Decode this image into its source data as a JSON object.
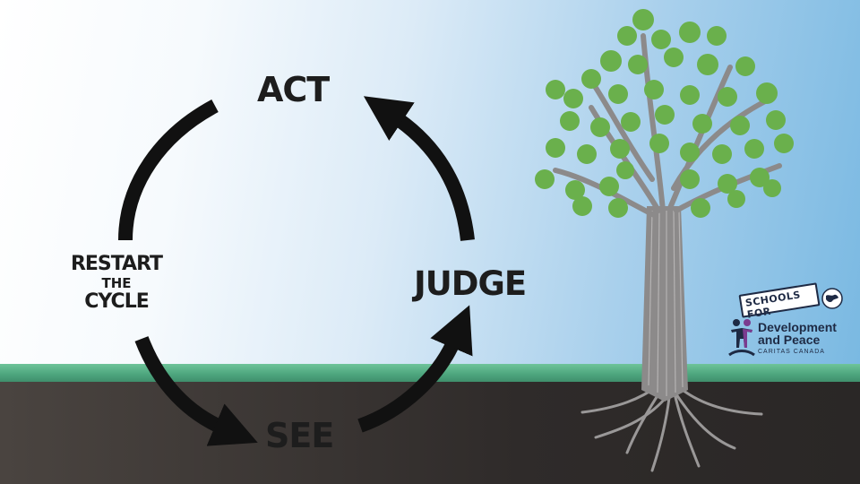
{
  "diagram": {
    "stages": {
      "act": "ACT",
      "judge": "JUDGE",
      "see": "SEE",
      "restart_line1": "RESTART",
      "restart_line2": "THE",
      "restart_line3": "CYCLE"
    }
  },
  "logo": {
    "tag": "SCHOOLS FOR",
    "name": "Development and Peace",
    "subtitle": "CARITAS CANADA"
  },
  "colors": {
    "arrow": "#111111",
    "grass": "#4fa77f",
    "soil": "#2f2b2a",
    "sky": "#7ab9e2",
    "leaf": "#6ab04c",
    "trunk": "#8c8a8a",
    "logo_navy": "#1e2a44",
    "logo_purple": "#7a3b8f"
  },
  "icons": [
    "arrow-act-to-restart",
    "arrow-judge-to-act",
    "arrow-restart-to-see",
    "arrow-see-to-judge",
    "tree-icon",
    "globe-icon",
    "people-icon"
  ]
}
